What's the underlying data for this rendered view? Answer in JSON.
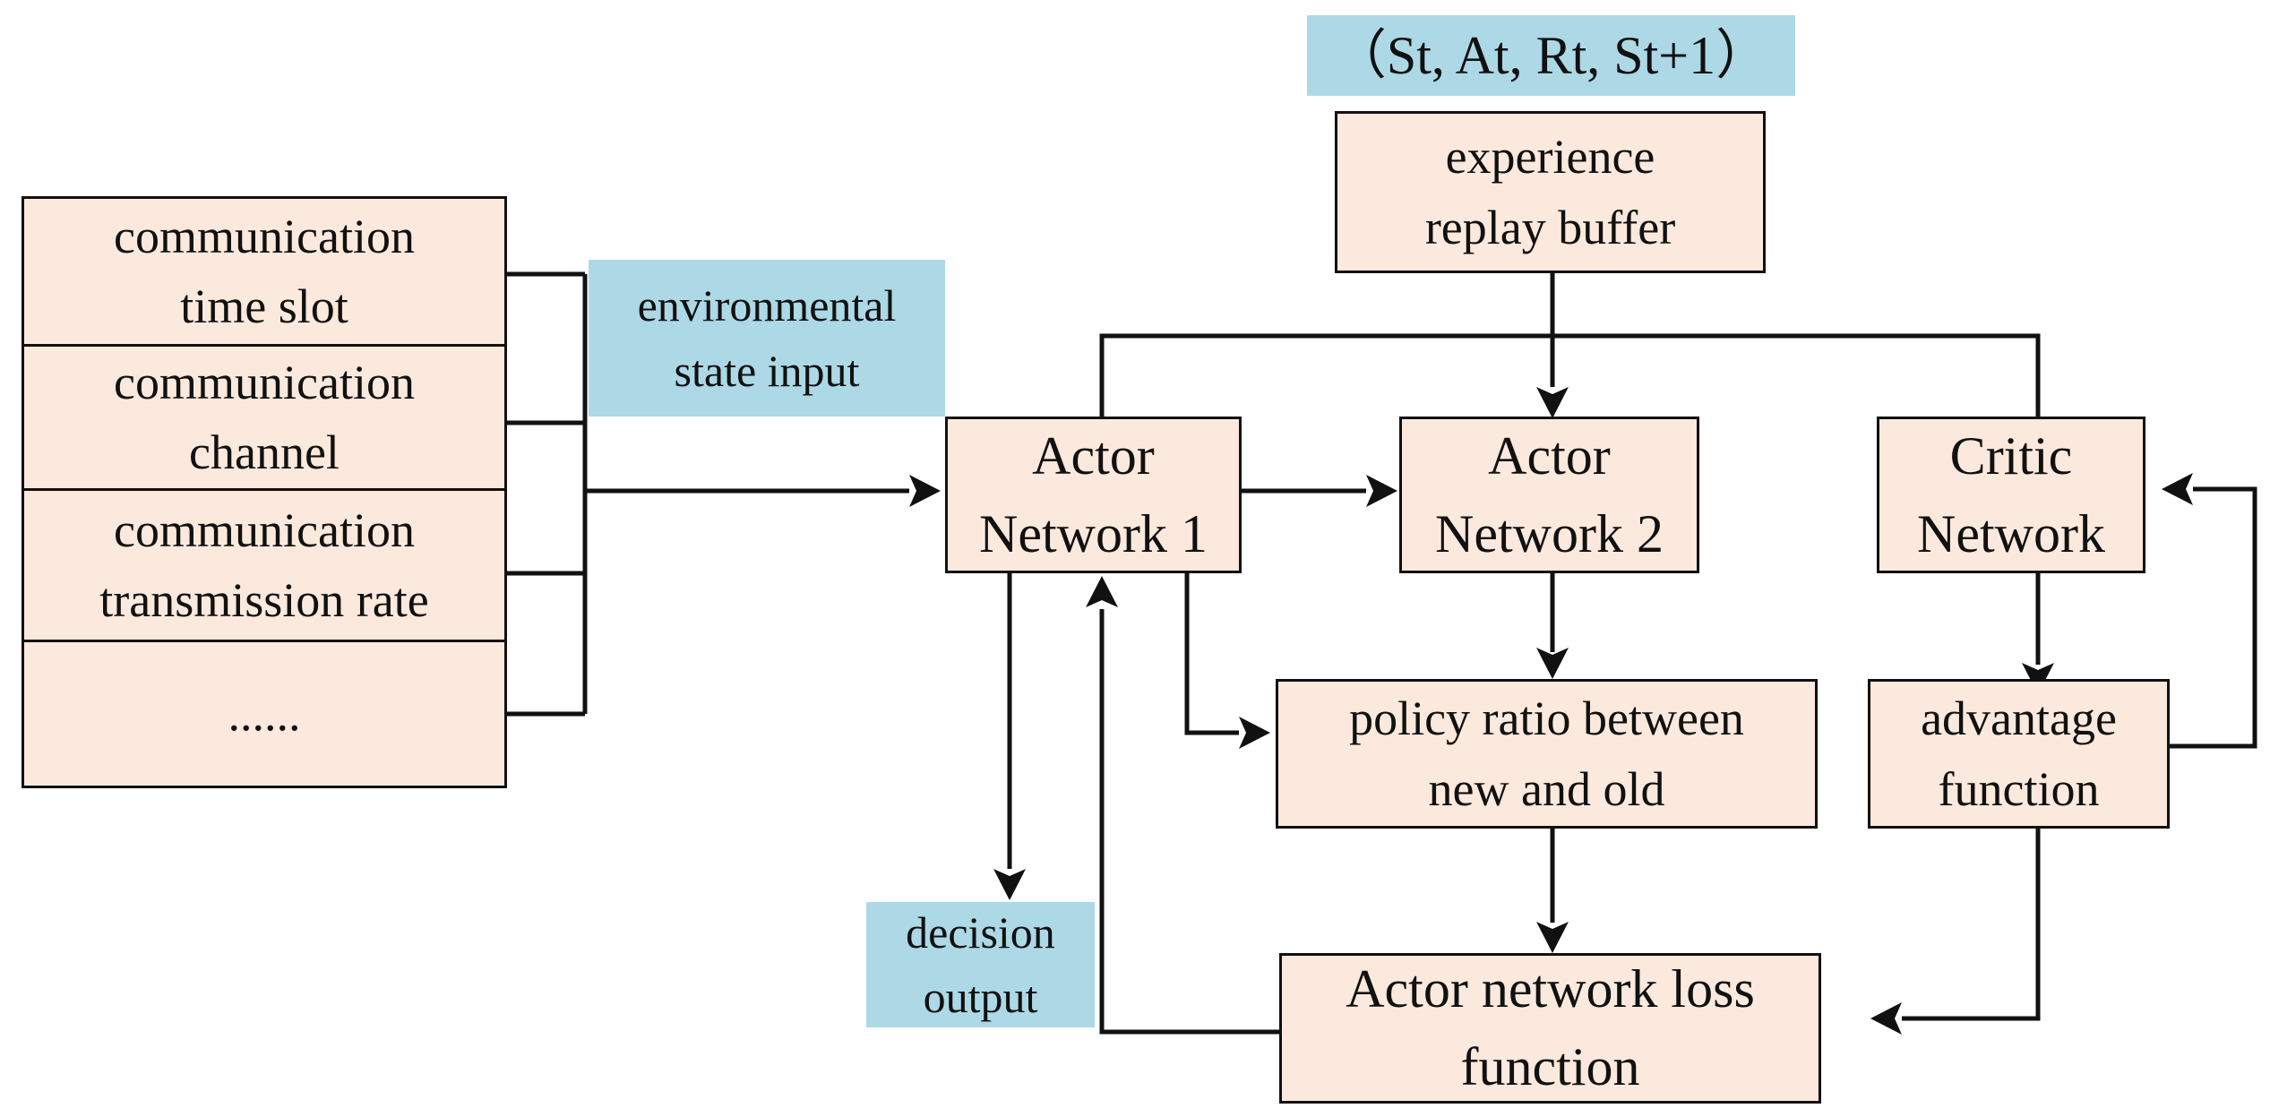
{
  "labels": {
    "tuple": "（St, At, Rt, St+1）",
    "env_input": "environmental\nstate input",
    "decision_output": "decision\noutput"
  },
  "state_list": [
    "communication\ntime slot",
    "communication\nchannel",
    "communication\ntransmission rate",
    "......"
  ],
  "boxes": {
    "replay_buffer": "experience\nreplay buffer",
    "actor1": "Actor\nNetwork 1",
    "actor2": "Actor\nNetwork 2",
    "critic": "Critic\nNetwork",
    "policy_ratio": "policy ratio between\nnew and old",
    "advantage": "advantage\nfunction",
    "loss": "Actor network loss\nfunction"
  }
}
